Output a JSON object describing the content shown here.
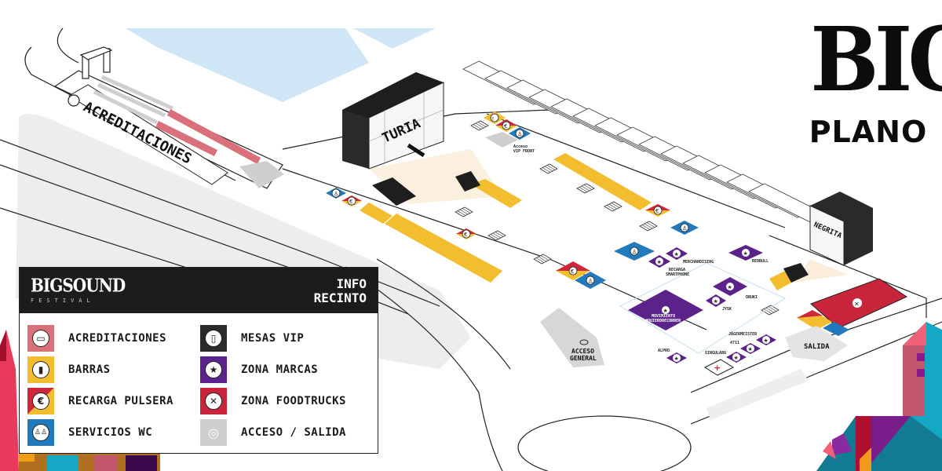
{
  "title": {
    "big": "BIG",
    "plano": "PLANO"
  },
  "legend": {
    "brand": "BIGSOUND",
    "brand_sub": "FESTIVAL",
    "title_line1": "INFO",
    "title_line2": "RECINTO",
    "items": [
      {
        "label": "ACREDITACIONES",
        "icon": "ticket-icon",
        "glyph": "▭",
        "color": "#d9707a"
      },
      {
        "label": "MESAS VIP",
        "icon": "vip-table-icon",
        "glyph": "▯",
        "color": "#2a2a2a"
      },
      {
        "label": "BARRAS",
        "icon": "bottle-icon",
        "glyph": "🍾",
        "color": "#f2bd2f"
      },
      {
        "label": "ZONA MARCAS",
        "icon": "star-icon",
        "glyph": "★",
        "color": "#5b2389"
      },
      {
        "label": "RECARGA PULSERA",
        "icon": "euro-icon",
        "glyph": "€",
        "color": "#d0263a"
      },
      {
        "label": "ZONA FOODTRUCKS",
        "icon": "cutlery-icon",
        "glyph": "✕",
        "color": "#c9253a"
      },
      {
        "label": "SERVICIOS WC",
        "icon": "restroom-icon",
        "glyph": "♙♙",
        "color": "#2279bb"
      },
      {
        "label": "ACCESO / SALIDA",
        "icon": "wristband-icon",
        "glyph": "◎",
        "color": "#cfcfcf"
      }
    ]
  },
  "map": {
    "zones": {
      "acreditaciones": "ACREDITACIONES",
      "stage_turia": "TURIA",
      "stage_negrita": "NEGRITA",
      "acceso_vip_line1": "Acceso",
      "acceso_vip_line2": "VIP FRONT",
      "acceso_general_line1": "ACCESO",
      "acceso_general_line2": "GENERAL",
      "salida": "SALIDA"
    },
    "brands": {
      "merchandising": "MERCHANDISING",
      "recarga_line1": "RECARGA",
      "recarga_line2": "SMARTPHONE",
      "redbull": "REDBULL",
      "oruki": "ORUKI",
      "jysk": "JYSK",
      "movimiento_line1": "MOVIMIENTO",
      "movimiento_line2": "#QUIERORECORRER",
      "alpro": "ALPRO",
      "jagermeister": "JÄGERMEISTER",
      "b4711": "4711",
      "singularu": "SINGULARU"
    }
  },
  "colors": {
    "barras": "#f2bd2f",
    "recarga": "#d0263a",
    "wc": "#2279bb",
    "vip": "#2a2a2a",
    "marcas": "#5b2389",
    "food": "#c9253a",
    "acceso": "#cfcfcf",
    "acred": "#d9707a",
    "water": "#cfe6f7"
  }
}
